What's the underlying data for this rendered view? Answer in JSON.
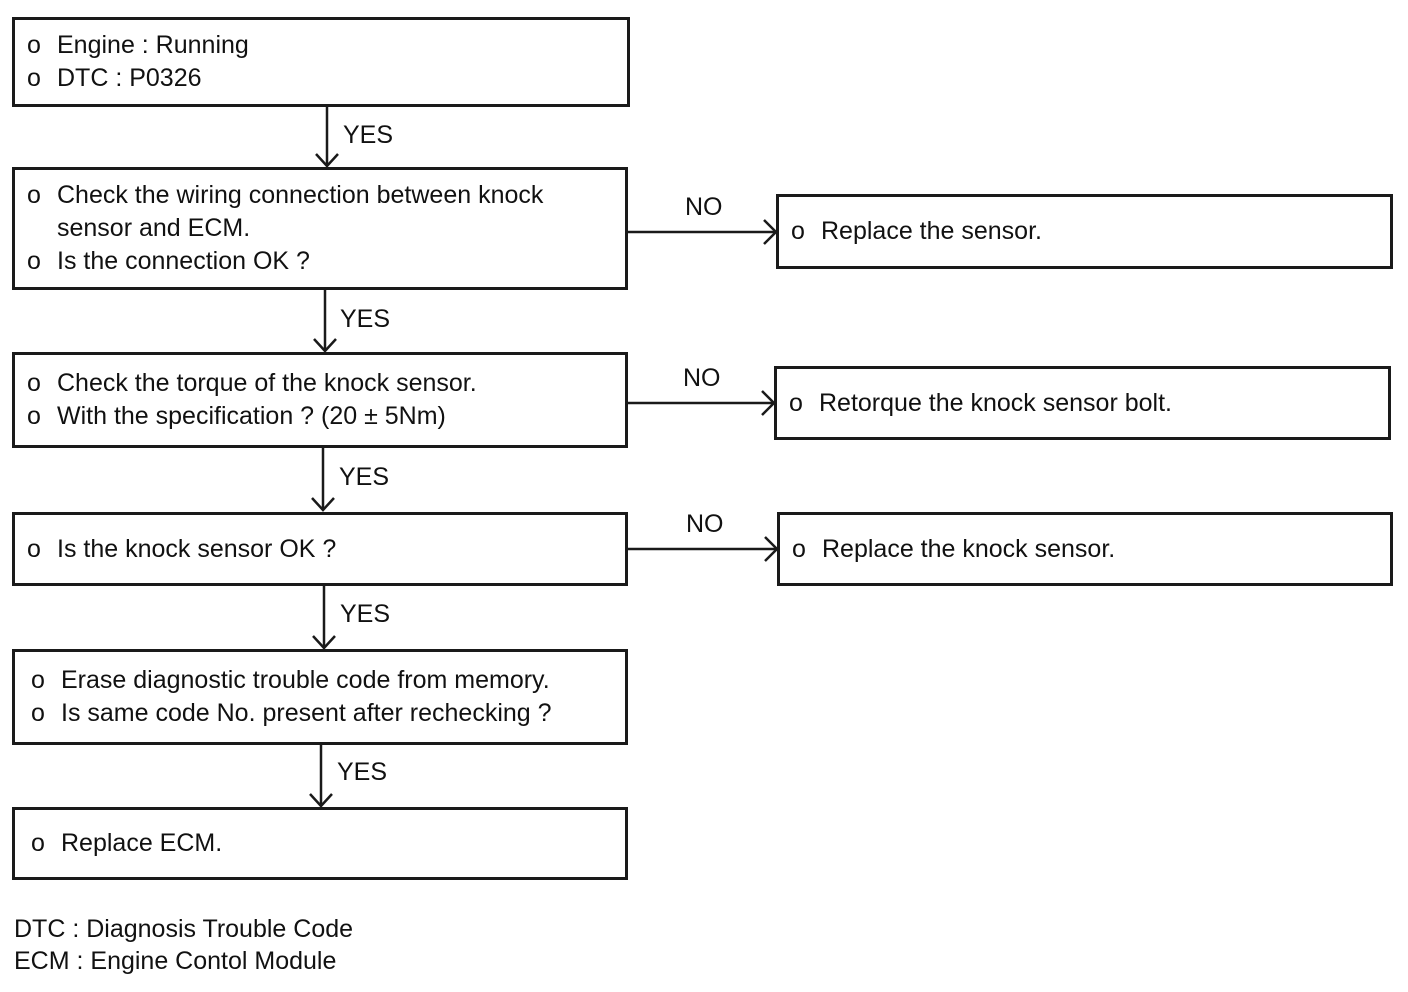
{
  "bullet_marker": "o",
  "steps": [
    {
      "lines": [
        "Engine : Running",
        "DTC : P0326"
      ]
    },
    {
      "lines": [
        "Check the wiring connection between knock\nsensor and ECM.",
        "Is the connection OK ?"
      ]
    },
    {
      "lines": [
        "Check the torque of the knock sensor.",
        "With the specification ? (20 ± 5Nm)"
      ]
    },
    {
      "lines": [
        "Is the knock sensor OK ?"
      ]
    },
    {
      "lines": [
        "Erase diagnostic trouble code from memory.",
        "Is same code No. present after rechecking ?"
      ]
    },
    {
      "lines": [
        "Replace ECM."
      ]
    }
  ],
  "no_actions": [
    {
      "lines": [
        "Replace the sensor."
      ]
    },
    {
      "lines": [
        "Retorque the knock sensor bolt."
      ]
    },
    {
      "lines": [
        "Replace the knock sensor."
      ]
    }
  ],
  "yes_label": "YES",
  "no_label": "NO",
  "legend": [
    "DTC : Diagnosis Trouble Code",
    "ECM : Engine Contol Module"
  ]
}
